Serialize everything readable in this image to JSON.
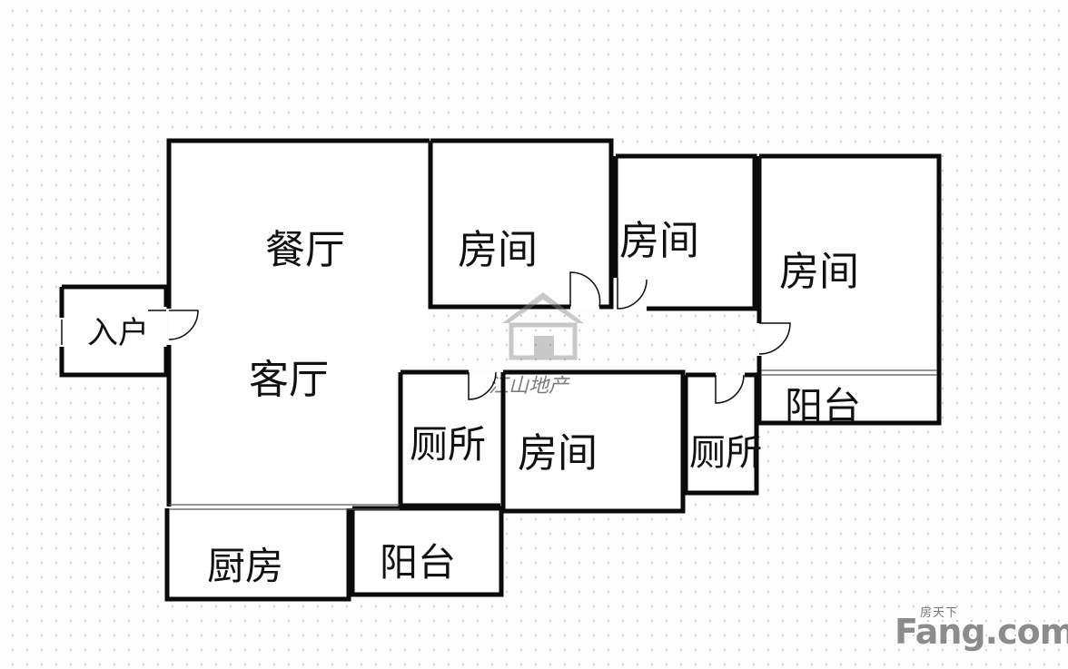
{
  "rooms": {
    "dining": "餐厅",
    "living": "客厅",
    "entrance": "入户",
    "bedroom_1": "房间",
    "bedroom_2": "房间",
    "bedroom_3": "房间",
    "bedroom_4": "房间",
    "toilet_1": "厕所",
    "toilet_2": "厕所",
    "balcony_1": "阳台",
    "balcony_2": "阳台",
    "kitchen": "厨房"
  },
  "agency_watermark": "江山地产",
  "site_watermark": {
    "top_text": "房天下",
    "brand": "Fang.com"
  }
}
